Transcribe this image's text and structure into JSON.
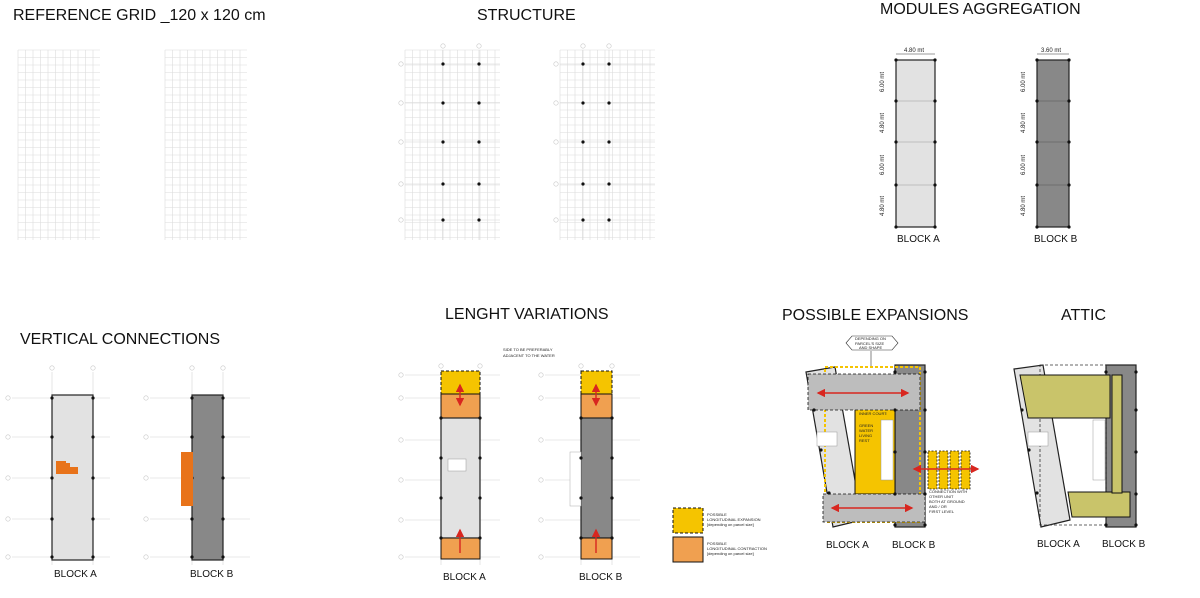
{
  "titles": {
    "reference_grid": "REFERENCE GRID _120 x 120 cm",
    "structure": "STRUCTURE",
    "modules_aggregation": "MODULES AGGREGATION",
    "vertical_connections": "VERTICAL CONNECTIONS",
    "length_variations": "LENGHT VARIATIONS",
    "possible_expansions": "POSSIBLE EXPANSIONS",
    "attic": "ATTIC"
  },
  "labels": {
    "block_a": "BLOCK A",
    "block_b": "BLOCK B"
  },
  "modules": {
    "width_a": "4.80 mt",
    "width_b": "3.60 mt",
    "dims": [
      "6.00 mt",
      "4.80 mt",
      "6.00 mt",
      "4.80 mt"
    ]
  },
  "length_variations": {
    "note_line1": "SIDE TO BE PREFERABLY",
    "note_line2": "ADJACENT TO THE WATER"
  },
  "legend": {
    "expansion_line1": "POSSIBLE",
    "expansion_line2": "LONGITUDINAL EXPANSION",
    "expansion_line3": "[depending on parcel size]",
    "contraction_line1": "POSSIBLE",
    "contraction_line2": "LONGITUDINAL CONTRACTION",
    "contraction_line3": "[depending on parcel size]",
    "expansion_color": "#f5c400",
    "contraction_color": "#f0a050"
  },
  "expansions": {
    "tag_line1": "DEPENDING ON",
    "tag_line2": "PARCEL'S SIZE",
    "tag_line3": "AND SHAPE",
    "court_line1": "INNER COURT:",
    "court_line2": "GREEN",
    "court_line3": "WATER",
    "court_line4": "LIVING",
    "court_line5": "REST",
    "conn_line1": "CONNECTION WITH",
    "conn_line2": "OTHER UNIT",
    "conn_line3": "BOTH AT GROUND",
    "conn_line4": "AND / OR",
    "conn_line5": "FIRST LEVEL"
  },
  "colors": {
    "light_block": "#e2e2e2",
    "dark_block": "#888888",
    "stair_orange": "#e8731a",
    "arrow_red": "#d8261f",
    "attic_olive": "#c9c46a"
  }
}
